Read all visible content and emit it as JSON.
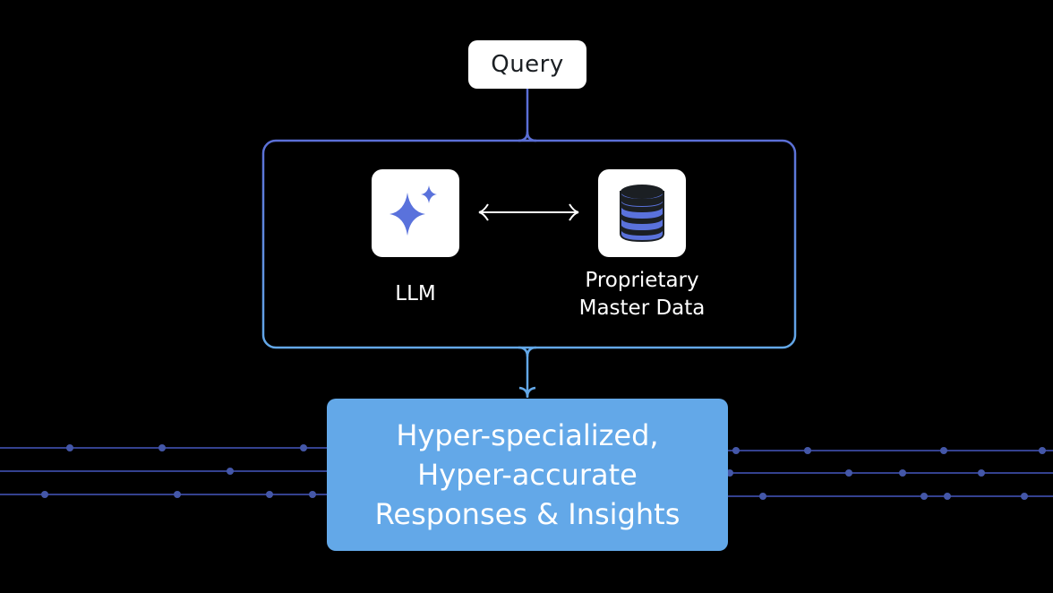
{
  "diagram": {
    "query": {
      "label": "Query"
    },
    "nodes": [
      {
        "id": "llm",
        "label": "LLM",
        "icon": "sparkles-icon"
      },
      {
        "id": "data",
        "label_lines": [
          "Proprietary",
          "Master Data"
        ],
        "icon": "database-icon"
      }
    ],
    "connector": {
      "type": "bidirectional-arrow",
      "from": "llm",
      "to": "data"
    },
    "result": {
      "lines": [
        "Hyper-specialized,",
        "Hyper-accurate",
        "Responses & Insights"
      ]
    },
    "colors": {
      "background": "#000000",
      "box_border_top": "#5b6fd6",
      "box_border_bottom": "#63a8e8",
      "result_fill": "#63a8e8",
      "icon_accent": "#5a72dc",
      "track_line": "#34418f",
      "track_dot": "#4457a8"
    }
  }
}
